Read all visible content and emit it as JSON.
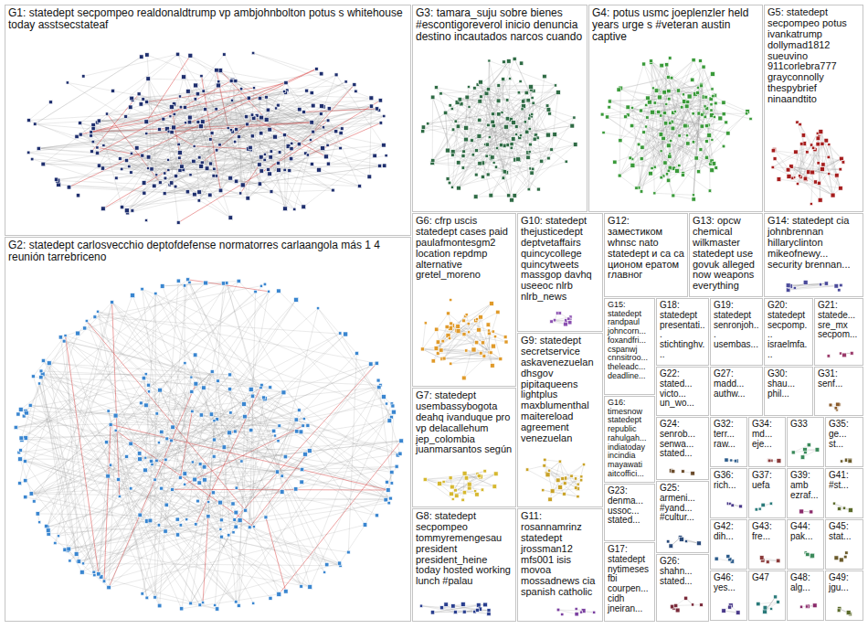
{
  "diagram": {
    "nodes": [
      {
        "text": [
          "G1: statedept secpompeo realdonaldtrump vp ambjohnbolton potus s whitehouse today asstsecstateaf"
        ]
      },
      {
        "text": [
          "G3: tamara_suju sobre bienes #escontigoreverol inicio denuncia destino incautados narcos cuando"
        ]
      },
      {
        "text": [
          "G4: potus usmc joeplenzler held years urge s #veteran austin captive"
        ]
      },
      {
        "text": [
          "G5: statedept secpompeo potus ivankatrump dollymad1812 sueuvino 911corlebra777 grayconnolly thespybrief ninaandtito"
        ]
      },
      {
        "text": [
          "G6: cfrp uscis statedept cases paid paulafmontesgm2 location repdmp alternative gretel_moreno"
        ]
      },
      {
        "text": [
          "G10: statedept thejusticedept deptvetaffairs quincycollege quincytweets massgop davhq useeoc nlrb nlrb_news"
        ]
      },
      {
        "text": [
          "G12: заместиком whnsc nato statedept и са са ционом ератом главног"
        ]
      },
      {
        "text": [
          "G13: opcw chemical wilkmaster statedept use govuk alleged now weapons everything"
        ]
      },
      {
        "text": [
          "G14: statedept cia johnbrennan hillaryclinton mikeofnewy... security brennan..."
        ]
      },
      {
        "text": [
          "G15: statedept randpaul johncorn... foxandfri... cspanwj cnnsitroo... theleadc... deadline..."
        ]
      },
      {
        "text": [
          "G18: statedept presentati... stichtinghv..."
        ]
      },
      {
        "text": [
          "G19: statedept senronjoh... usembas..."
        ]
      },
      {
        "text": [
          "G20: statedept secpomp... israelmfa..."
        ]
      },
      {
        "text": [
          "G21: statede... sre_mx secpom..."
        ]
      },
      {
        "text": [
          "G2: statedept carlosvecchio deptofdefense normatorres carlaangola más 1 4 reunión tarrebriceno"
        ]
      },
      {
        "text": [
          "G7: statedept usembassybogota deahq ivanduque pro vp delacallehum jep_colombia juanmarsantos según"
        ]
      },
      {
        "text": [
          "G9: statedept secretservice askavenezuelan dhsgov pipitaqueens lightplus maxblumenthal maitereload agreement venezuelan"
        ]
      },
      {
        "text": [
          "G8: statedept secpompeo tommyremengesau president president_heine today hosted working lunch #palau"
        ]
      },
      {
        "text": [
          "G11: rosannamrinz statedept jrossman12 mfs001 isis movoa mossadnews cia spanish catholic"
        ]
      },
      {
        "text": [
          "G16: timesnow statedept republic rahulgah... indiatoday incindia mayawati aitcoffici..."
        ]
      },
      {
        "text": [
          "G23: denma... ussoc... stated..."
        ]
      },
      {
        "text": [
          "G17: statedept nytimeses fbi courpen... cidh jneiran..."
        ]
      },
      {
        "text": [
          "G22: stated... victo... un_wo..."
        ]
      },
      {
        "text": [
          "G24: senrob... senwa... stated..."
        ]
      },
      {
        "text": [
          "G25: armeni... #yand... #cultur..."
        ]
      },
      {
        "text": [
          "G26: shahn... stated..."
        ]
      },
      {
        "text": [
          "G27: madd... authw..."
        ]
      },
      {
        "text": [
          "G30: shau... phil..."
        ]
      },
      {
        "text": [
          "G31: senf..."
        ]
      },
      {
        "text": [
          "G32: terr... raw..."
        ]
      },
      {
        "text": [
          "G34: md... eje..."
        ]
      },
      {
        "text": [
          "G33"
        ]
      },
      {
        "text": [
          "G35: ge... st..."
        ]
      },
      {
        "text": [
          "G36: rich..."
        ]
      },
      {
        "text": [
          "G37: uefa"
        ]
      },
      {
        "text": [
          "G39: amb ezraf..."
        ]
      },
      {
        "text": [
          "G41: #st..."
        ]
      },
      {
        "text": [
          "G42: dih..."
        ]
      },
      {
        "text": [
          "G43: fre..."
        ]
      },
      {
        "text": [
          "G44: pak..."
        ]
      },
      {
        "text": [
          "G45: stat..."
        ]
      },
      {
        "text": [
          "G46: yes..."
        ]
      },
      {
        "text": [
          "G47"
        ]
      },
      {
        "text": [
          "G48: alg..."
        ]
      },
      {
        "text": [
          "G49: jgu..."
        ]
      }
    ]
  }
}
